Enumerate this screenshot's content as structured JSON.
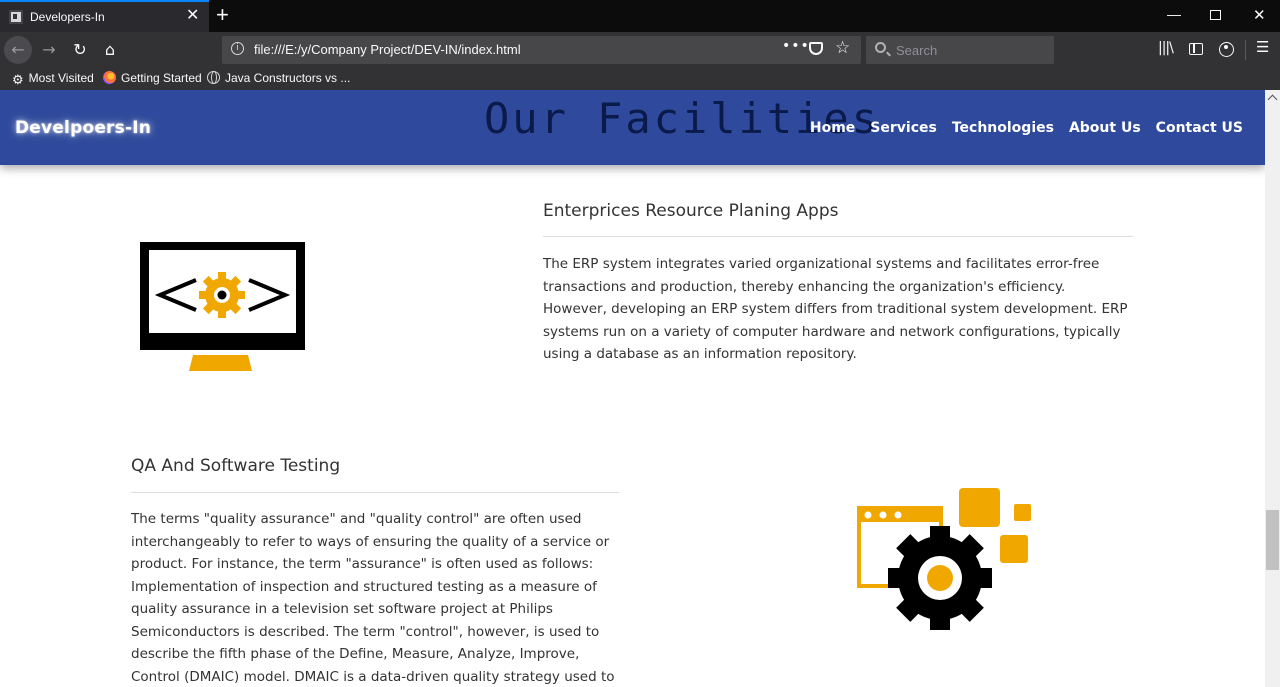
{
  "browser": {
    "tab_title": "Developers-In",
    "tab_close": "✕",
    "new_tab": "+",
    "url": "file:///E:/y/Company Project/DEV-IN/index.html",
    "url_more": "•••",
    "search_placeholder": "Search",
    "bookmarks": [
      "Most Visited",
      "Getting Started",
      "Java Constructors vs ..."
    ],
    "window_minimize": "—",
    "window_close": "✕"
  },
  "site": {
    "brand": "Develpoers-In",
    "hero_title": "Our Facilities",
    "nav": [
      "Home",
      "Services",
      "Technologies",
      "About Us",
      "Contact US"
    ]
  },
  "sections": {
    "erp": {
      "title": "Enterprices Resource Planing Apps",
      "text": "The ERP system integrates varied organizational systems and facilitates error-free transactions and production, thereby enhancing the organization's efficiency. However, developing an ERP system differs from traditional system development. ERP systems run on a variety of computer hardware and network configurations, typically using a database as an information repository.",
      "icon": "monitor-code-gear-icon"
    },
    "qa": {
      "title": "QA And Software Testing",
      "text": "The terms \"quality assurance\" and \"quality control\" are often used interchangeably to refer to ways of ensuring the quality of a service or product. For instance, the term \"assurance\" is often used as follows: Implementation of inspection and structured testing as a measure of quality assurance in a television set software project at Philips Semiconductors is described. The term \"control\", however, is used to describe the fifth phase of the Define, Measure, Analyze, Improve, Control (DMAIC) model. DMAIC is a data-driven quality strategy used to improve",
      "icon": "browser-window-gear-icon"
    }
  },
  "colors": {
    "header_bg": "#2f4a9c",
    "accent_yellow": "#f0a800",
    "hero_text": "#0a1a4a"
  }
}
